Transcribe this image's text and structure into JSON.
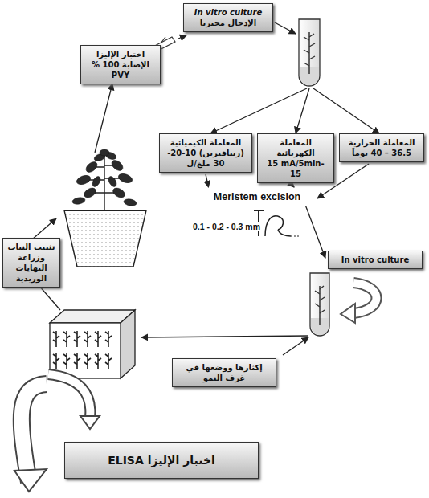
{
  "diagram": {
    "nodes": [
      {
        "text": [
          "In vitro culture",
          "الإدخال مخبريا"
        ]
      },
      {
        "text": [
          "اختبار الإليزا",
          "الإصابة 100 % PVY"
        ]
      },
      {
        "text": [
          "المعاملة الكيميائية",
          "(ريبافيرين) 10-20-30 ملغ/ل"
        ]
      },
      {
        "text": [
          "المعاملة الكهربائية",
          "15 mA/5min- 15"
        ]
      },
      {
        "text": [
          "المعاملة الحرارية",
          "36.5 – 40 يوماً"
        ]
      },
      {
        "text": [
          "Meristem excision"
        ]
      },
      {
        "text": [
          "تثبيت النبات وزراعة النهايات الوريدية"
        ]
      },
      {
        "text": [
          "In vitro culture"
        ]
      },
      {
        "text": [
          "إكثارها ووضعها في غرف النمو"
        ]
      },
      {
        "text": [
          "اختبار الإليزا ELISA"
        ]
      }
    ],
    "edges": [
      {
        "from": 2,
        "to": 5,
        "arrow": "to"
      },
      {
        "from": 3,
        "to": 5,
        "arrow": "to"
      },
      {
        "from": 4,
        "to": 5,
        "arrow": "to"
      },
      {
        "from": 5,
        "to": 7,
        "arrow": "to"
      }
    ],
    "labels": [
      "0.1 - 0.2 - 0.3 mm"
    ]
  }
}
